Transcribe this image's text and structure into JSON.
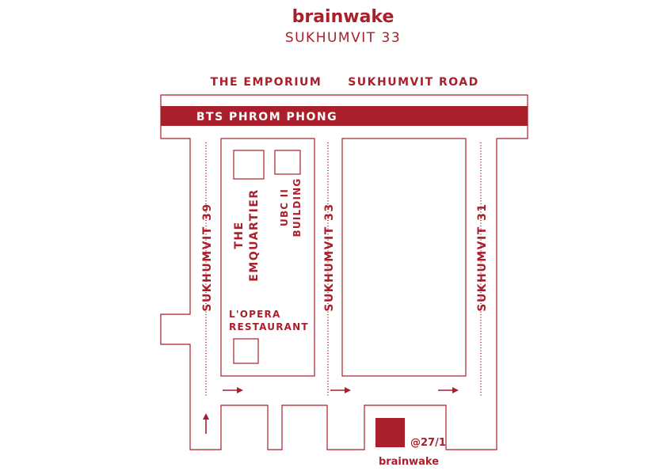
{
  "header": {
    "brand": "brainwake",
    "subtitle": "SUKHUMVIT 33"
  },
  "labels": {
    "emporium": "THE EMPORIUM",
    "sukhumvit_road": "SUKHUMVIT ROAD",
    "bts": "BTS PHROM PHONG",
    "soi39": "SUKHUMVIT 39",
    "soi33": "SUKHUMVIT 33",
    "soi31": "SUKHUMVIT 31",
    "emquartier_line1": "THE",
    "emquartier_line2": "EMQUARTIER",
    "ubc_line1": "UBC II",
    "ubc_line2": "BUILDING",
    "lopera_line1": "L'OPERA",
    "lopera_line2": "RESTAURANT",
    "address": "@27/1",
    "destination": "brainwake"
  },
  "colors": {
    "accent": "#a91f2c",
    "background": "#ffffff"
  },
  "icons": {
    "arrow_east": "arrow-right",
    "arrow_north": "arrow-up",
    "destination_marker": "filled-square"
  }
}
